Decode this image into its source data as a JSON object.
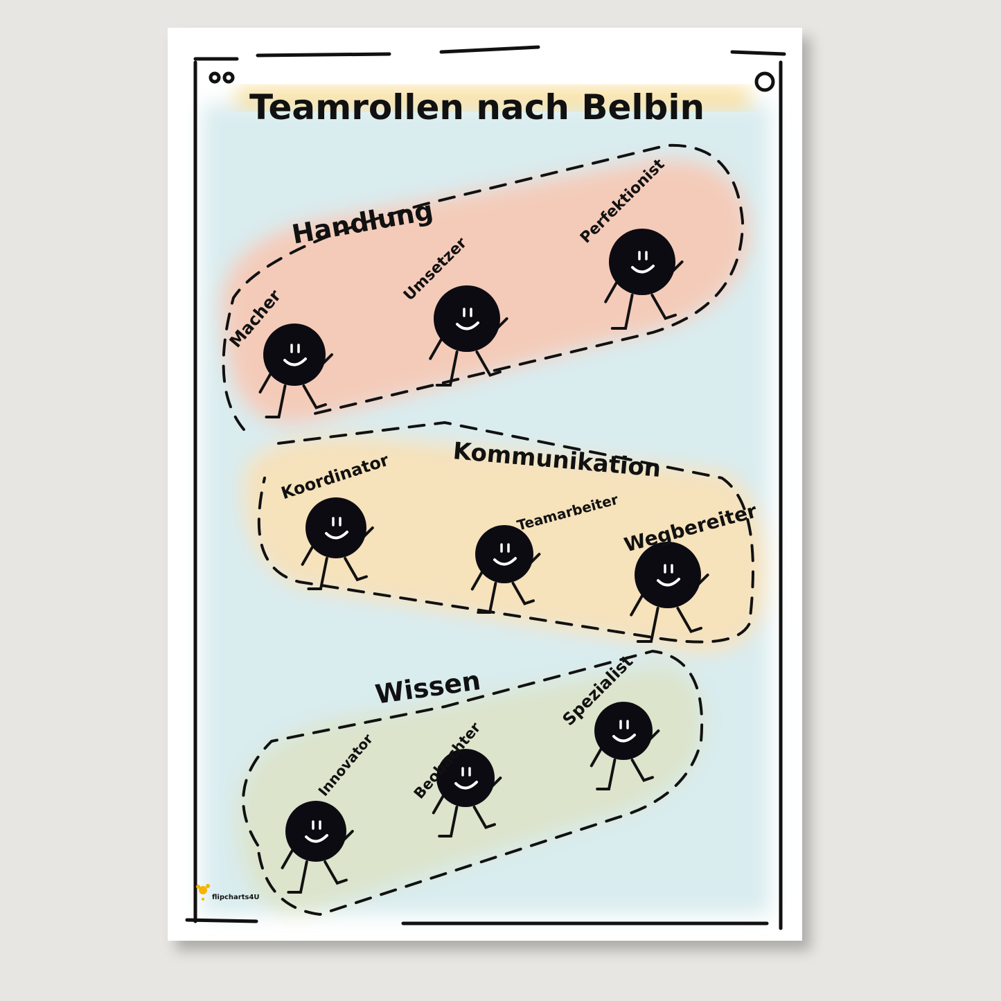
{
  "title": "Teamrollen nach Belbin",
  "colors": {
    "handlung": "#f3c3ad",
    "kommunikation": "#f5deb0",
    "wissen": "#d6e0c4",
    "wash": "#d3e9ec",
    "title_highlight": "#f9d98a",
    "logo": "#f5b400"
  },
  "groups": [
    {
      "name": "Handlung",
      "roles": [
        "Macher",
        "Umsetzer",
        "Perfektionist"
      ]
    },
    {
      "name": "Kommunikation",
      "roles": [
        "Koordinator",
        "Teamarbeiter",
        "Wegbereiter"
      ]
    },
    {
      "name": "Wissen",
      "roles": [
        "Innovator",
        "Beobachter",
        "Spezialist"
      ]
    }
  ],
  "logo": {
    "text": "flipcharts4U",
    "icon": "splash-icon"
  }
}
